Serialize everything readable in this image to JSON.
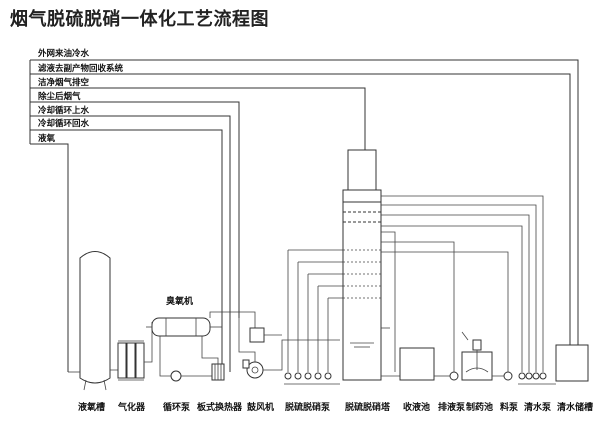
{
  "title": "烟气脱硫脱硝一体化工艺流程图",
  "process_lines": [
    "外网来油冷水",
    "滤液去副产物回收系统",
    "洁净烟气排空",
    "除尘后烟气",
    "冷却循环上水",
    "冷却循环回水",
    "液氧"
  ],
  "equipment": {
    "ozone_generator": "臭氧机",
    "liquid_oxygen_tank": "液氧槽",
    "vaporizer": "气化器",
    "circulation_pump": "循环泵",
    "plate_heat_exchanger": "板式换热器",
    "blower": "鼓风机",
    "desulfurization_pump": "脱硫脱硝泵",
    "desulfurization_tower": "脱硫脱硝塔",
    "collection_tank": "收液池",
    "discharge_pump": "排液泵",
    "chemical_tank": "制药池",
    "feed_pump": "料泵",
    "clear_water_pump": "清水泵",
    "clear_water_tank": "清水储槽"
  }
}
